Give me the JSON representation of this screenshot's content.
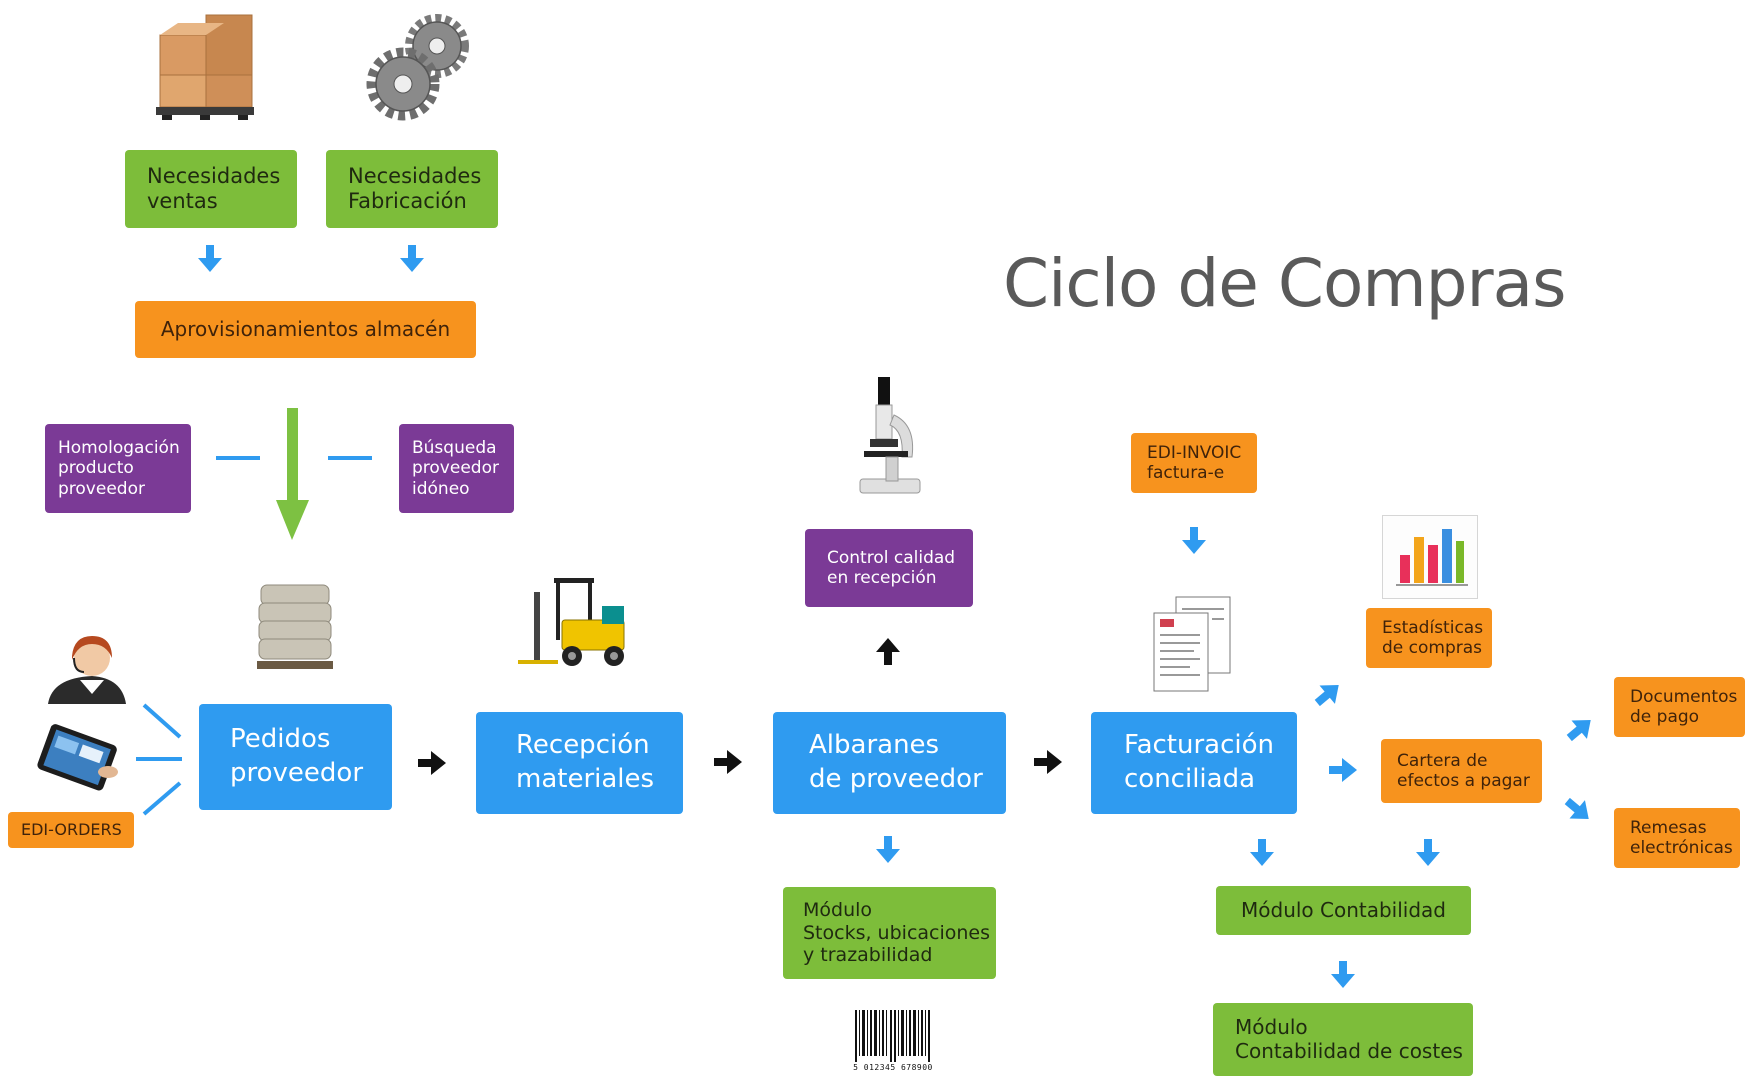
{
  "title": "Ciclo de Compras",
  "nodes": {
    "necesidades_ventas": "Necesidades\nventas",
    "necesidades_fabricacion": "Necesidades\nFabricación",
    "aprovisionamientos": "Aprovisionamientos almacén",
    "homologacion": "Homologación\nproducto\nproveedor",
    "busqueda": "Búsqueda\nproveedor\nidóneo",
    "edi_orders": "EDI-ORDERS",
    "pedidos": "Pedidos\nproveedor",
    "recepcion": "Recepción\nmateriales",
    "albaranes": "Albaranes\nde proveedor",
    "control_calidad": "Control calidad\nen recepción",
    "modulo_stocks": "Módulo\nStocks, ubicaciones\ny trazabilidad",
    "edi_invoic": "EDI-INVOIC\nfactura-e",
    "facturacion": "Facturación\nconciliada",
    "estadisticas": "Estadísticas\nde compras",
    "cartera": "Cartera de\nefectos a pagar",
    "documentos": "Documentos\nde pago",
    "remesas": "Remesas\nelectrónicas",
    "modulo_contabilidad": "Módulo Contabilidad",
    "modulo_costes": "Módulo\nContabilidad de costes"
  },
  "barcode_number": "5 012345 678900",
  "colors": {
    "green": "#7dbd3a",
    "orange": "#f7931e",
    "purple": "#7b3a96",
    "blue": "#2f9bf0",
    "arrow_blue": "#2f9bf0",
    "arrow_green": "#7dc142",
    "arrow_black": "#111111",
    "title": "#5a5a5a"
  },
  "icons": [
    "boxes-pallet-icon",
    "gears-icon",
    "sack-pallet-icon",
    "forklift-icon",
    "microscope-icon",
    "invoice-documents-icon",
    "bar-chart-icon",
    "operator-headset-icon",
    "tablet-icon",
    "barcode-icon"
  ]
}
